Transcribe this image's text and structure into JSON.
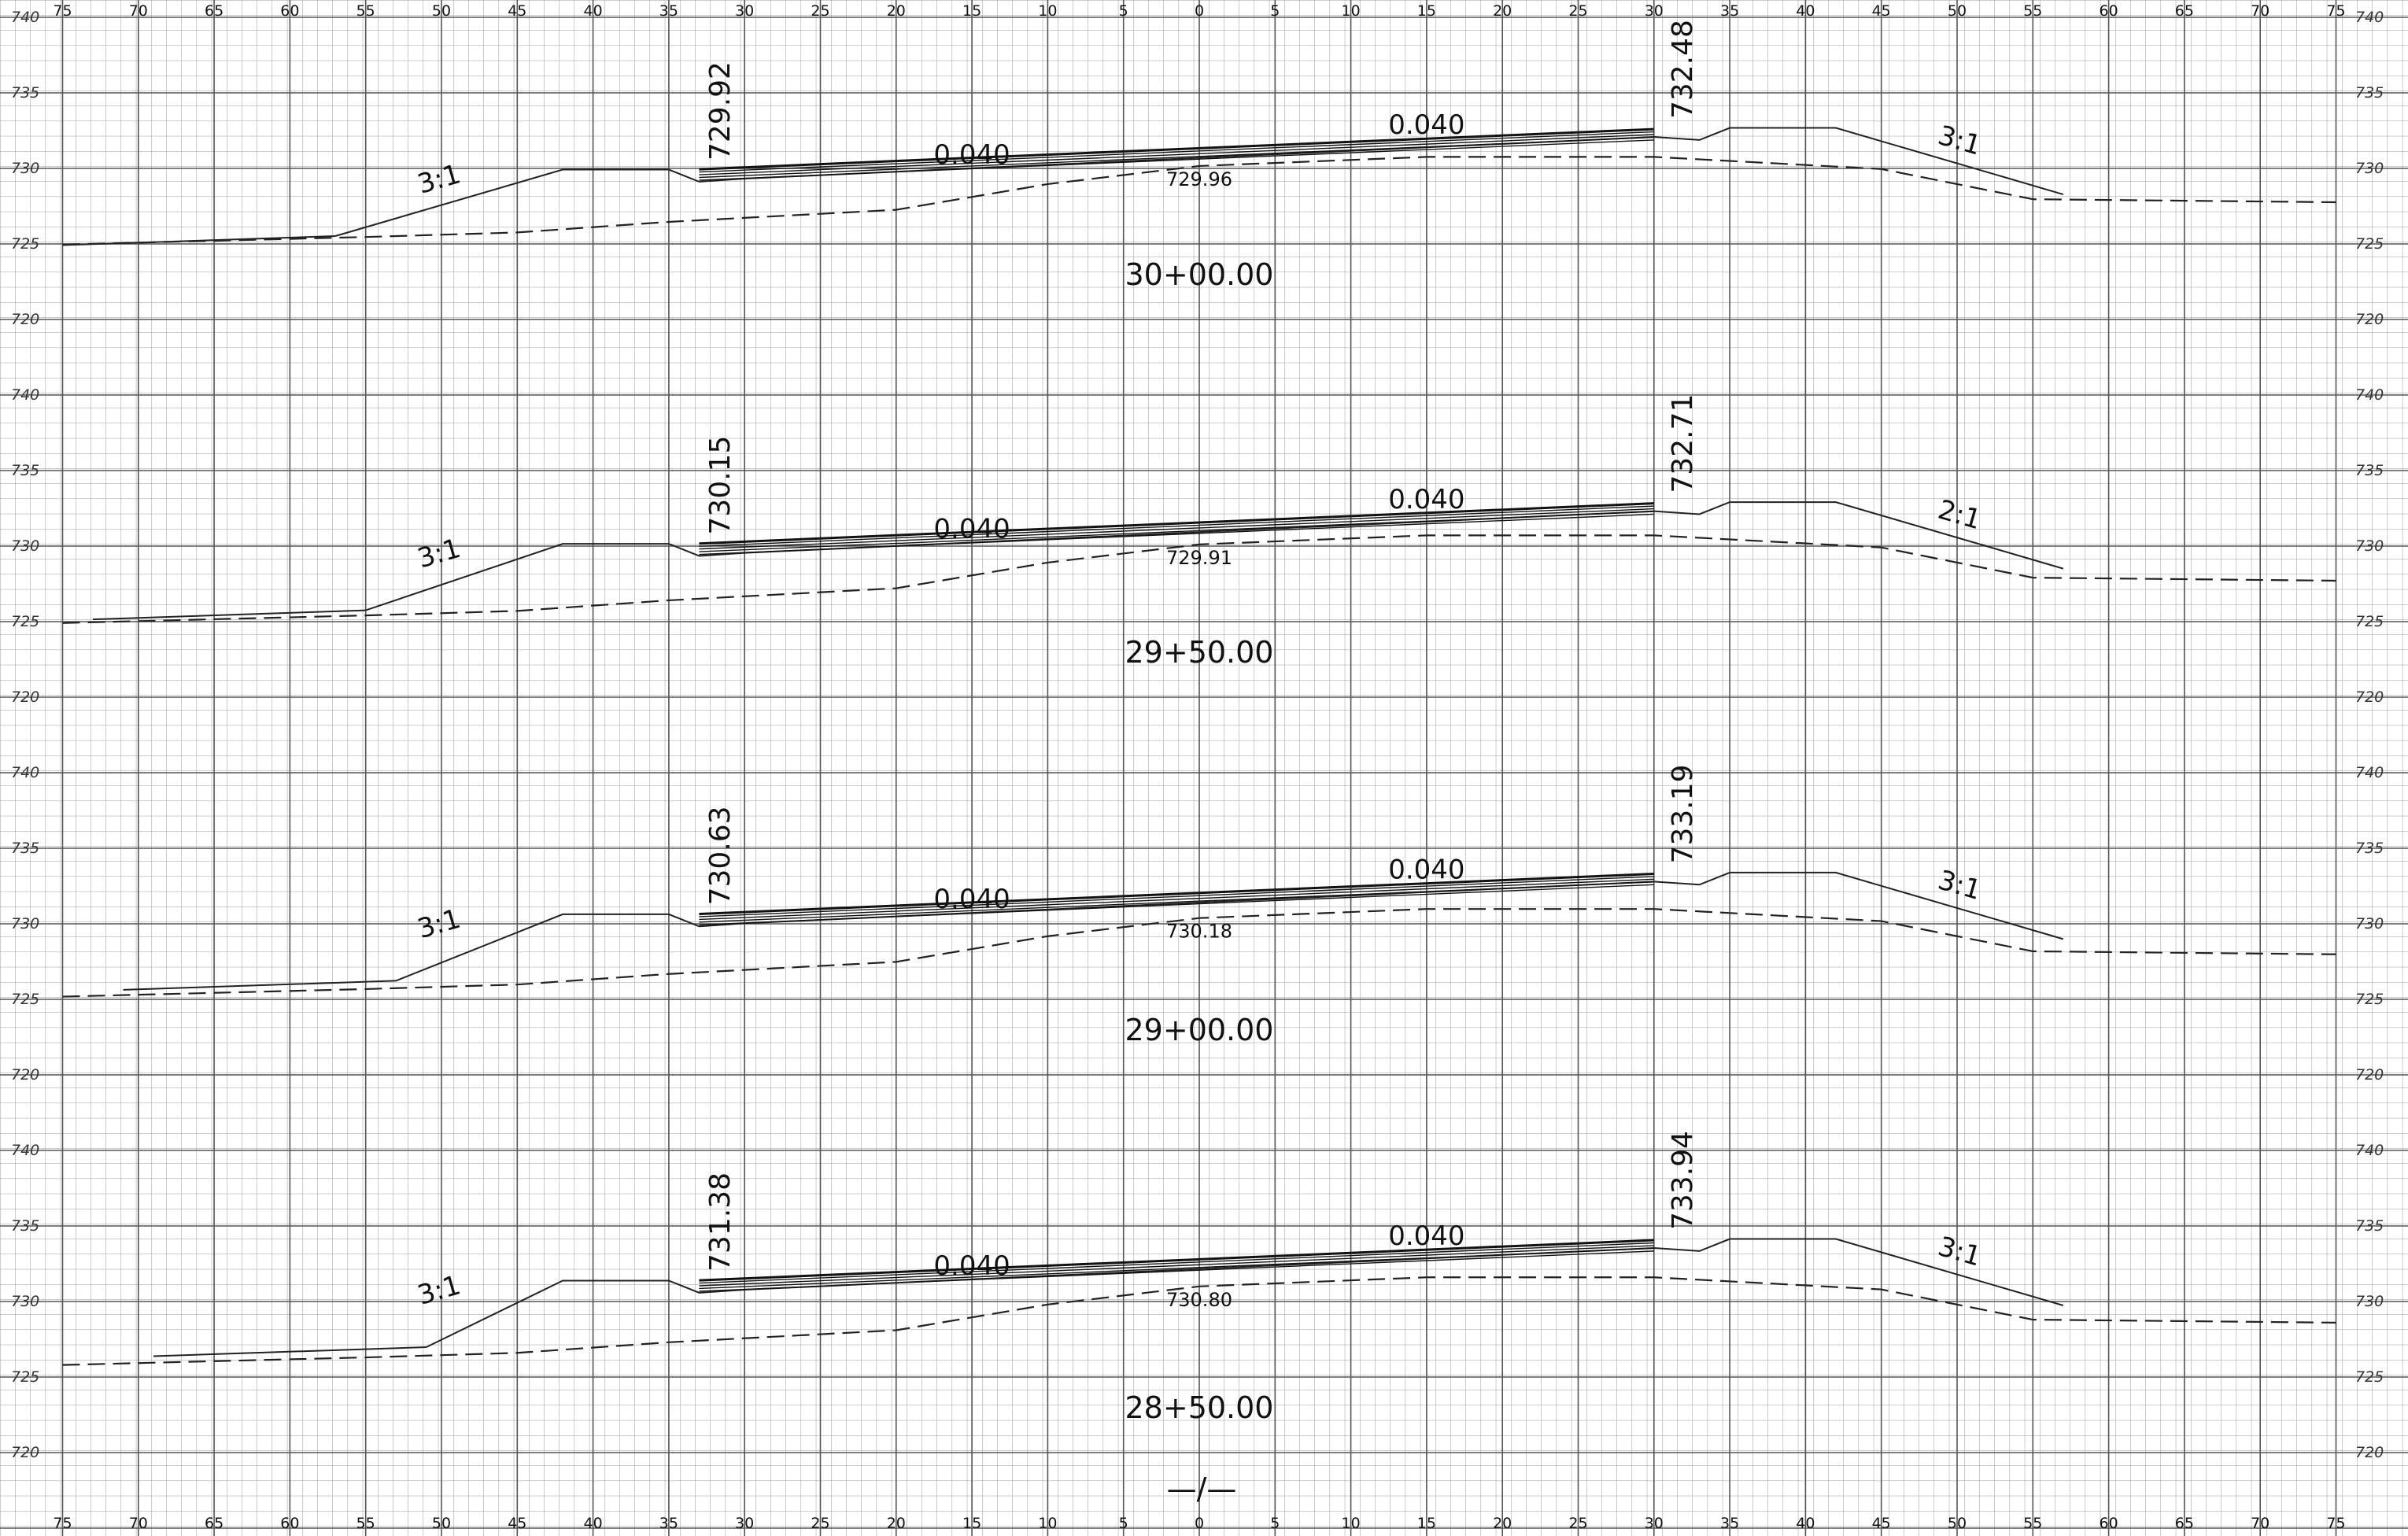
{
  "sheet": {
    "offset_ticks": [
      "75",
      "70",
      "65",
      "60",
      "55",
      "50",
      "45",
      "40",
      "35",
      "30",
      "25",
      "20",
      "15",
      "10",
      "5",
      "0",
      "5",
      "10",
      "15",
      "20",
      "25",
      "30",
      "35",
      "40",
      "45",
      "50",
      "55",
      "60",
      "65",
      "70",
      "75"
    ],
    "elevation_ticks": [
      "740",
      "735",
      "730",
      "725",
      "720"
    ],
    "match_mark": "—/—"
  },
  "sections": [
    {
      "station": "30+00.00",
      "left_elev": "729.92",
      "right_elev": "732.48",
      "center_elev": "729.96",
      "left_slope_pct": "0.040",
      "right_slope_pct": "0.040",
      "left_side_slope": "3:1",
      "right_side_slope": "3:1"
    },
    {
      "station": "29+50.00",
      "left_elev": "730.15",
      "right_elev": "732.71",
      "center_elev": "729.91",
      "left_slope_pct": "0.040",
      "right_slope_pct": "0.040",
      "left_side_slope": "3:1",
      "right_side_slope": "2:1"
    },
    {
      "station": "29+00.00",
      "left_elev": "730.63",
      "right_elev": "733.19",
      "center_elev": "730.18",
      "left_slope_pct": "0.040",
      "right_slope_pct": "0.040",
      "left_side_slope": "3:1",
      "right_side_slope": "3:1"
    },
    {
      "station": "28+50.00",
      "left_elev": "731.38",
      "right_elev": "733.94",
      "center_elev": "730.80",
      "left_slope_pct": "0.040",
      "right_slope_pct": "0.040",
      "left_side_slope": "3:1",
      "right_side_slope": "3:1"
    }
  ]
}
